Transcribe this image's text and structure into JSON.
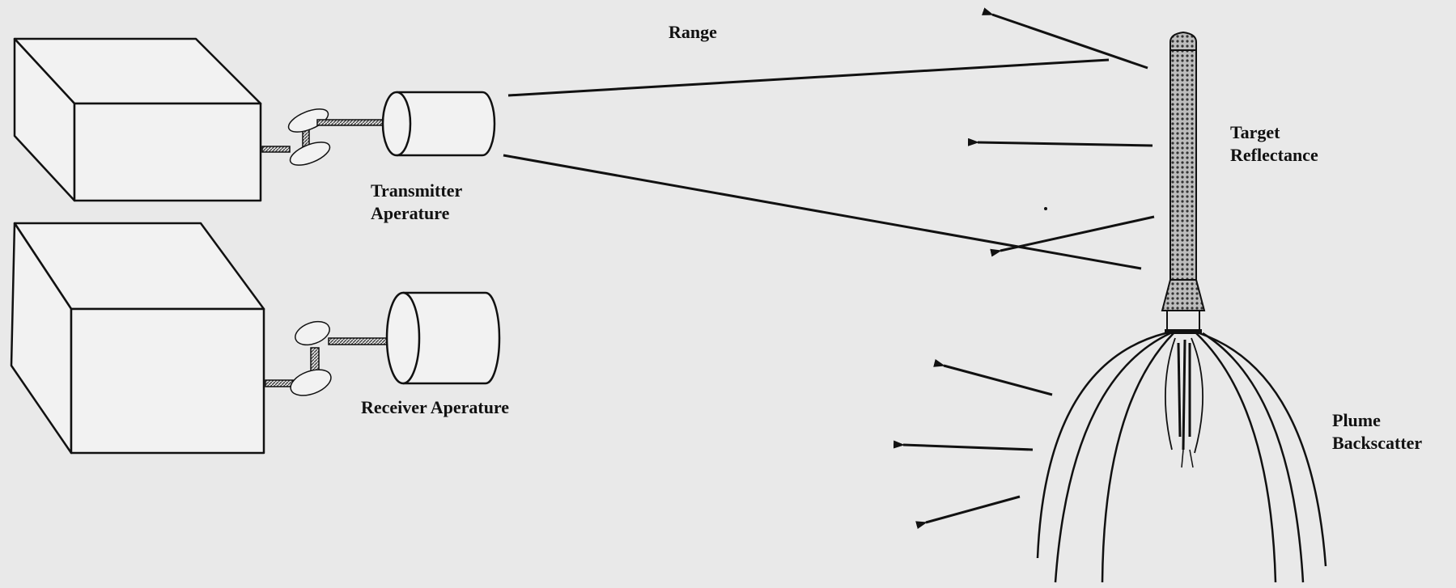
{
  "labels": {
    "range": "Range",
    "transmitter": [
      "Transmitter",
      "Aperature"
    ],
    "receiver": "Receiver Aperature",
    "target": [
      "Target",
      "Reflectance"
    ],
    "plume": [
      "Plume",
      "Backscatter"
    ]
  },
  "colors": {
    "background": "#e9e9e9",
    "ink": "#111111",
    "box_fill": "#f2f2f2",
    "rocket_fill": "#9a9a9a"
  },
  "icons": [
    "transmitter-box",
    "receiver-box",
    "transmitter-optics",
    "receiver-optics",
    "transmitter-cylinder",
    "receiver-cylinder",
    "rocket",
    "plume"
  ]
}
